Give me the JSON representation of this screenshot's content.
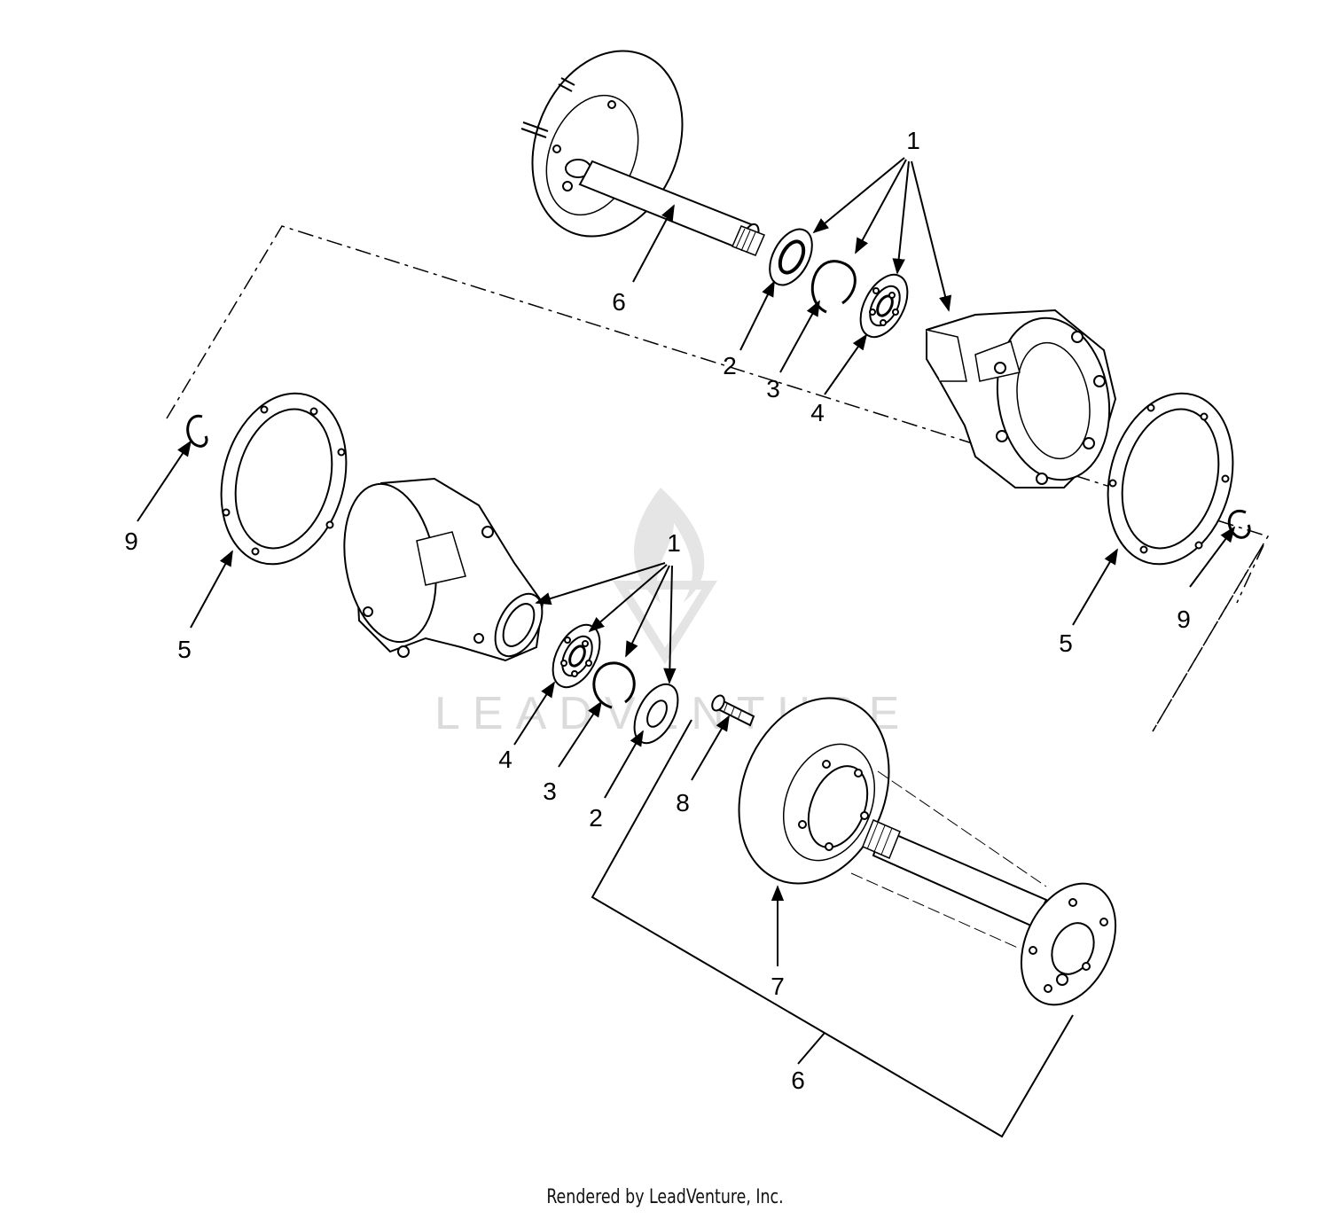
{
  "watermark": {
    "text": "LEADVENTURE"
  },
  "callouts": {
    "top_1": "1",
    "top_2": "2",
    "top_3": "3",
    "top_4": "4",
    "top_6": "6",
    "right_5": "5",
    "right_9": "9",
    "left_9": "9",
    "left_5": "5",
    "bottom_1": "1",
    "bottom_4": "4",
    "bottom_3": "3",
    "bottom_2": "2",
    "bottom_8": "8",
    "bottom_7": "7",
    "bottom_6": "6"
  },
  "footer": {
    "credit": "Rendered by LeadVenture, Inc."
  },
  "colors": {
    "line": "#000000",
    "background": "#ffffff",
    "watermark": "#d8d8d8"
  }
}
